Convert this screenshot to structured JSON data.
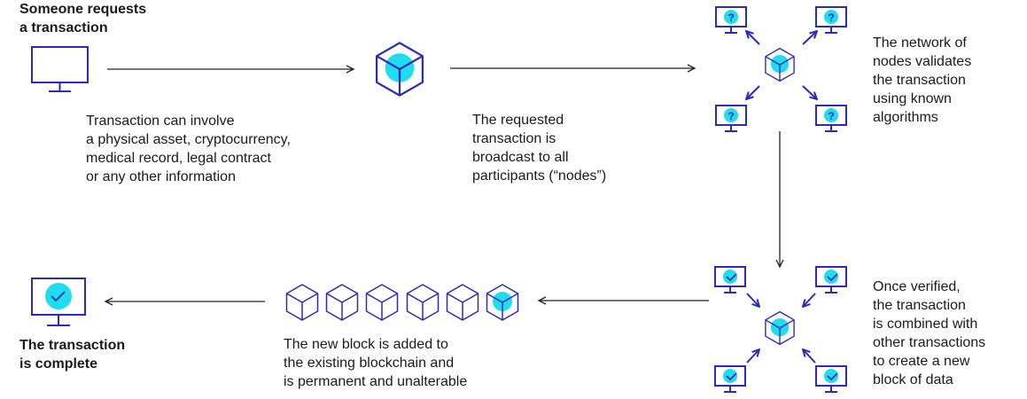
{
  "colors": {
    "stroke": "#2b2bb8",
    "accent": "#1fdcef",
    "arrow": "#222222"
  },
  "steps": {
    "request_title": [
      "Someone requests",
      "a transaction"
    ],
    "request_desc": [
      "Transaction can involve",
      "a physical asset, cryptocurrency,",
      "medical record, legal contract",
      "or any other information"
    ],
    "broadcast_desc": [
      "The requested",
      "transaction is",
      "broadcast to all",
      "participants (“nodes”)"
    ],
    "validate_desc": [
      "The network of",
      "nodes validates",
      "the transaction",
      "using known",
      "algorithms"
    ],
    "verified_desc": [
      "Once verified,",
      "the transaction",
      "is combined with",
      "other transactions",
      "to create a new",
      "block of data"
    ],
    "chain_desc": [
      "The new block is added to",
      "the existing blockchain and",
      "is permanent and unalterable"
    ],
    "complete_title": [
      "The transaction",
      "is complete"
    ]
  },
  "icons": {
    "question_mark": "?",
    "chain_block_count": 6
  }
}
